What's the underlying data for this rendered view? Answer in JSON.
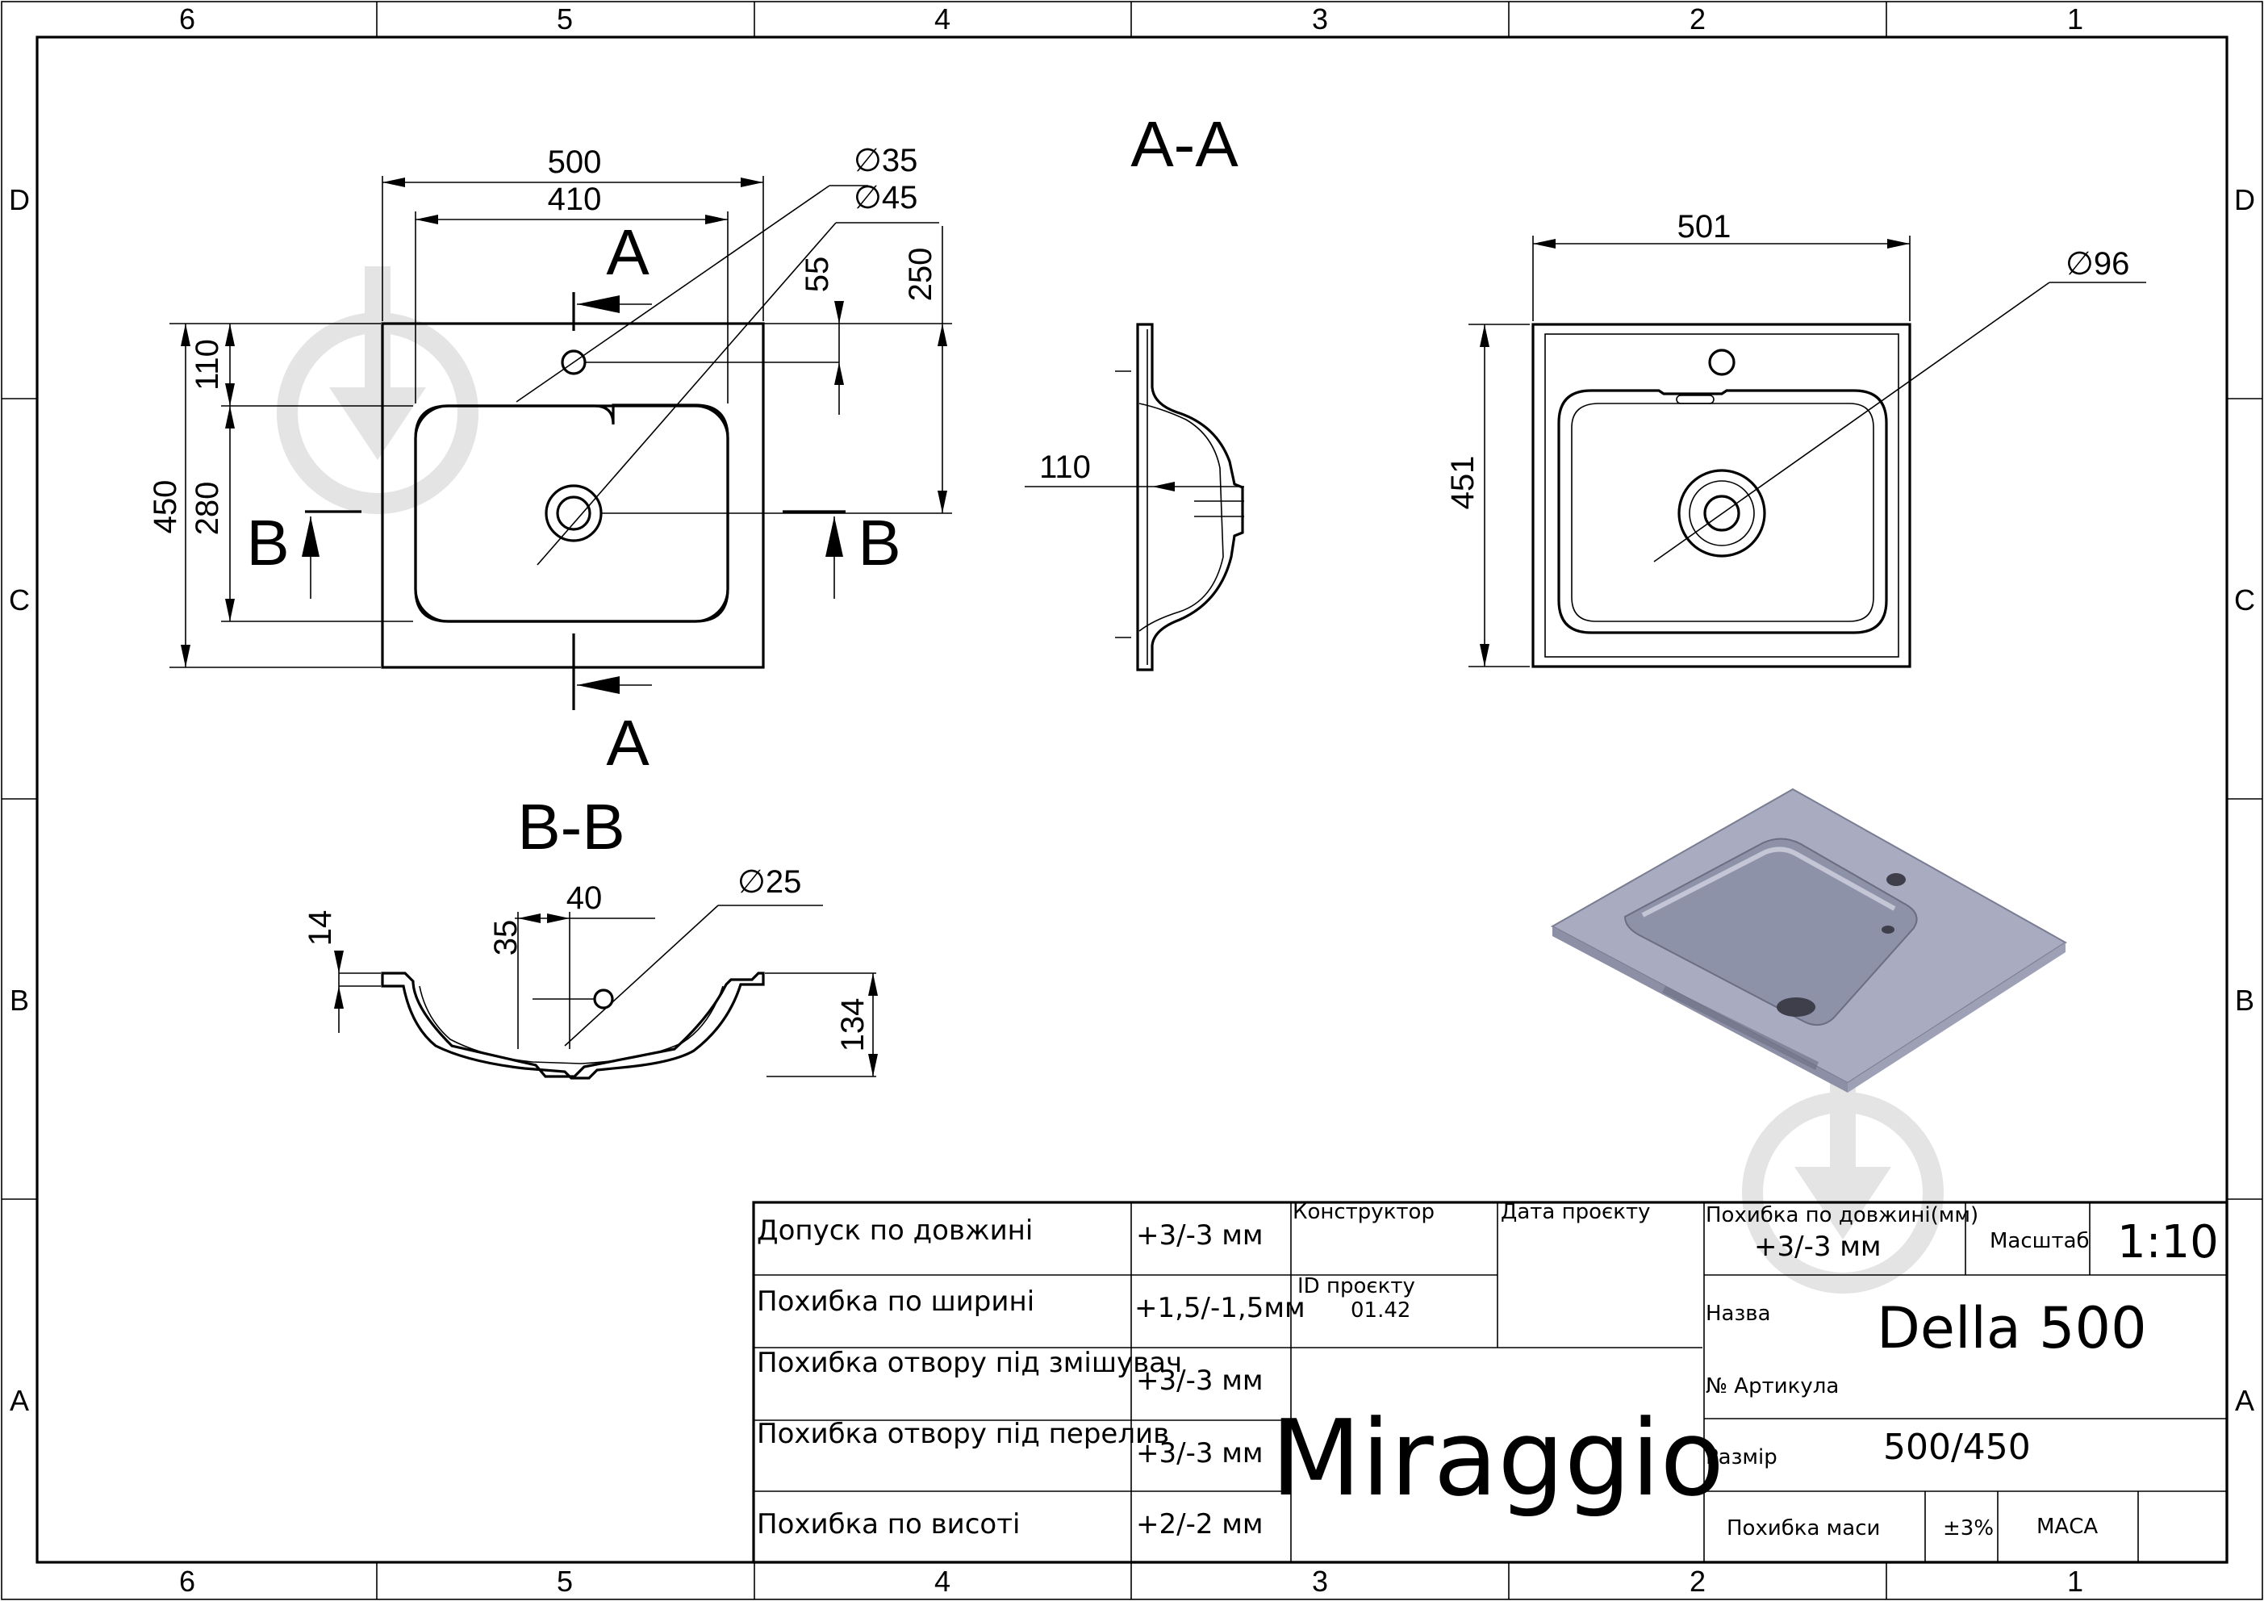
{
  "frame": {
    "columns": [
      "6",
      "5",
      "4",
      "3",
      "2",
      "1"
    ],
    "rows": [
      "D",
      "C",
      "B",
      "A"
    ]
  },
  "views": {
    "section_aa_title": "A-A",
    "section_bb_title": "B-B",
    "cut_a": "A",
    "cut_b": "B"
  },
  "dimensions": {
    "top_width": "500",
    "top_inner_width": "410",
    "tap_hole_dia": "∅35",
    "drain_dia": "∅45",
    "tap_offset": "55",
    "drain_offset": "250",
    "top_depth_110": "110",
    "total_depth": "450",
    "bowl_depth": "280",
    "side_depth": "110",
    "bottom_width": "501",
    "bottom_drain_dia": "∅96",
    "bottom_depth": "451",
    "bb_overflow_dia": "∅25",
    "bb_40": "40",
    "bb_35": "35",
    "bb_14": "14",
    "bb_134": "134"
  },
  "title_block": {
    "tolerances": [
      {
        "label": "Допуск по довжині",
        "value": "+3/-3 мм"
      },
      {
        "label": "Похибка по ширині",
        "value": "+1,5/-1,5мм"
      },
      {
        "label": "Похибка отвору під змішувач",
        "value": "+3/-3 мм"
      },
      {
        "label": "Похибка отвору під перелив",
        "value": "+3/-3 мм"
      },
      {
        "label": "Похибка по висоті",
        "value": "+2/-2 мм"
      }
    ],
    "designer_label": "Конструктор",
    "date_label": "Дата проєкту",
    "id_label": "ID проєкту",
    "id_value": "01.42",
    "brand": "Miraggio",
    "length_error_label": "Похибка по довжині(мм)",
    "length_error_value": "+3/-3 мм",
    "scale_label": "Масштаб",
    "scale_value": "1:10",
    "name_label": "Назва",
    "name_value": "Della 500",
    "article_label": "№ Артикула",
    "article_value": "",
    "size_label": "Размір",
    "size_value": "500/450",
    "mass_error_label": "Похибка маси",
    "mass_error_value": "±3%",
    "mass_label": "МАСА",
    "mass_value": ""
  },
  "colors": {
    "line": "#000000",
    "watermark": "#e6e6e6",
    "render_top": "#a8abbf",
    "render_bowl": "#8f93aa"
  }
}
